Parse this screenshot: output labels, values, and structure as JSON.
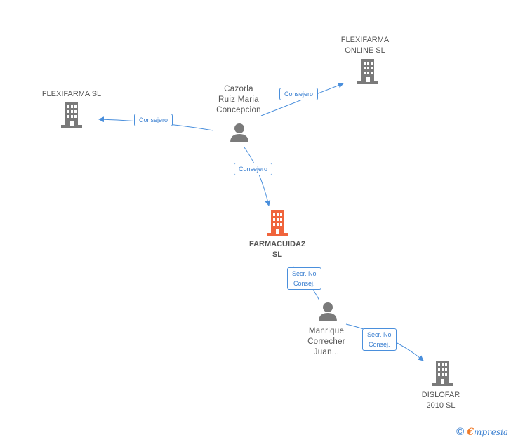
{
  "colors": {
    "company": "#7a7a7a",
    "company_main": "#f0643c",
    "person": "#7a7a7a",
    "edge": "#4a8fdc",
    "edge_text": "#3a7fd0"
  },
  "nodes": {
    "flexifarma_online": {
      "label": "FLEXIFARMA\nONLINE  SL",
      "type": "company",
      "icon": "building-icon"
    },
    "flexifarma": {
      "label": "FLEXIFARMA SL",
      "type": "company",
      "icon": "building-icon"
    },
    "cazorla": {
      "label": "Cazorla\nRuiz Maria\nConcepcion",
      "type": "person",
      "icon": "person-icon"
    },
    "farmacuida2": {
      "label": "FARMACUIDA2\nSL",
      "type": "company-main",
      "icon": "building-icon"
    },
    "manrique": {
      "label": "Manrique\nCorrecher\nJuan...",
      "type": "person",
      "icon": "person-icon"
    },
    "dislofar": {
      "label": "DISLOFAR\n2010 SL",
      "type": "company",
      "icon": "building-icon"
    }
  },
  "edges": {
    "cazorla_online": {
      "label": "Consejero"
    },
    "cazorla_flexifarma": {
      "label": "Consejero"
    },
    "cazorla_farmacuida2": {
      "label": "Consejero"
    },
    "manrique_farmacuida2": {
      "label": "Secr.  No\nConsej."
    },
    "manrique_dislofar": {
      "label": "Secr.  No\nConsej."
    }
  },
  "footer": {
    "copyright": "©",
    "brand_initial": "€",
    "brand_rest": "mpresia"
  }
}
